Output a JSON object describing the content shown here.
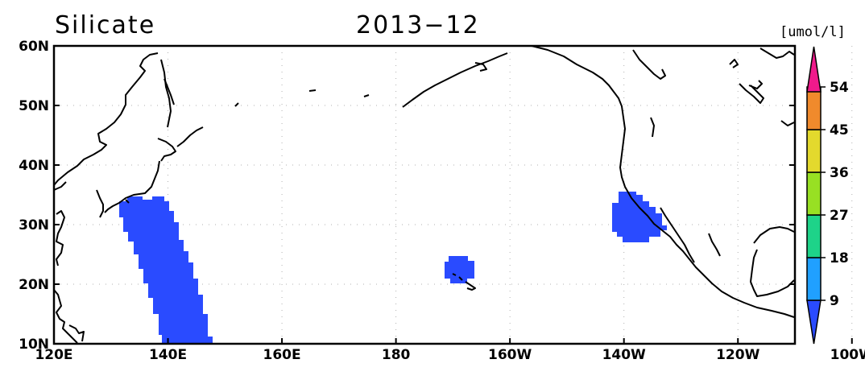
{
  "title": {
    "variable": "Silicate",
    "date": "2013−12"
  },
  "units": "[umol/l]",
  "map": {
    "lon_range": [
      120,
      250
    ],
    "lat_range": [
      10,
      60
    ],
    "x_ticks": [
      "120E",
      "140E",
      "160E",
      "180",
      "160W",
      "140W",
      "120W",
      "100W"
    ],
    "y_ticks": [
      "10N",
      "20N",
      "30N",
      "40N",
      "50N",
      "60N"
    ],
    "grid": "dotted"
  },
  "colorbar": {
    "labels": [
      "9",
      "18",
      "27",
      "36",
      "45",
      "54"
    ],
    "colors": [
      "#2a4bff",
      "#20a0ff",
      "#1ed389",
      "#98e023",
      "#e3d92d",
      "#f08a2c",
      "#ef1a8b"
    ]
  },
  "regions": [
    {
      "name": "western-pacific-band",
      "value_class": "below 9",
      "color": "#2a4bff"
    },
    {
      "name": "hawaii-patch",
      "value_class": "below 9",
      "color": "#2a4bff"
    },
    {
      "name": "california-patch",
      "value_class": "below 9",
      "color": "#2a4bff"
    }
  ]
}
